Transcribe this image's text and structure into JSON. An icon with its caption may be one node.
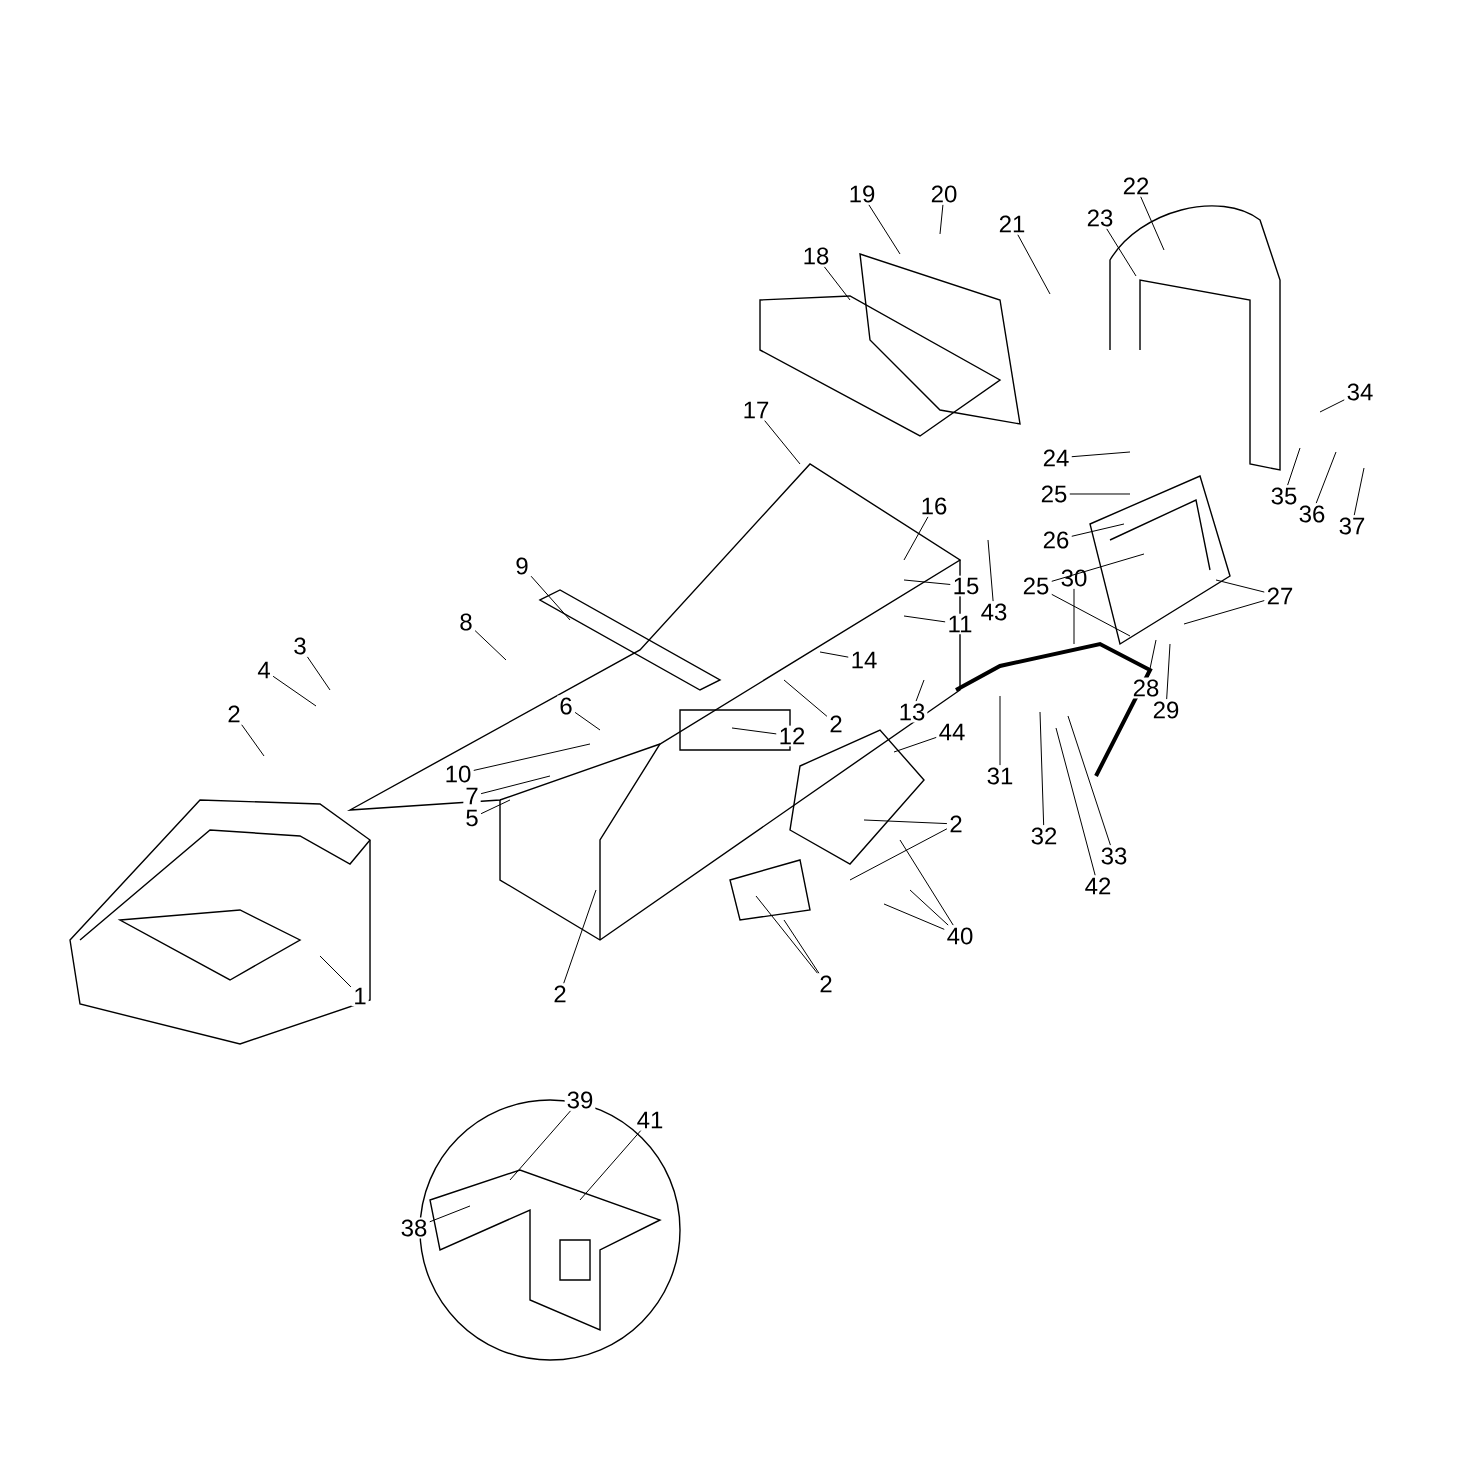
{
  "diagram": {
    "nodes": [
      {
        "text": [
          "18"
        ]
      },
      {
        "text": [
          "19"
        ]
      },
      {
        "text": [
          "20"
        ]
      },
      {
        "text": [
          "21"
        ]
      },
      {
        "text": [
          "22"
        ]
      },
      {
        "text": [
          "23"
        ]
      },
      {
        "text": [
          "34"
        ]
      },
      {
        "text": [
          "17"
        ]
      },
      {
        "text": [
          "24"
        ]
      },
      {
        "text": [
          "35"
        ]
      },
      {
        "text": [
          "25"
        ]
      },
      {
        "text": [
          "36"
        ]
      },
      {
        "text": [
          "16"
        ]
      },
      {
        "text": [
          "37"
        ]
      },
      {
        "text": [
          "26"
        ]
      },
      {
        "text": [
          "8"
        ]
      },
      {
        "text": [
          "9"
        ]
      },
      {
        "text": [
          "25"
        ]
      },
      {
        "text": [
          "15"
        ]
      },
      {
        "text": [
          "30"
        ]
      },
      {
        "text": [
          "27"
        ]
      },
      {
        "text": [
          "43"
        ]
      },
      {
        "text": [
          "11"
        ]
      },
      {
        "text": [
          "3"
        ]
      },
      {
        "text": [
          "4"
        ]
      },
      {
        "text": [
          "14"
        ]
      },
      {
        "text": [
          "28"
        ]
      },
      {
        "text": [
          "6"
        ]
      },
      {
        "text": [
          "2"
        ]
      },
      {
        "text": [
          "29"
        ]
      },
      {
        "text": [
          "13"
        ]
      },
      {
        "text": [
          "2"
        ]
      },
      {
        "text": [
          "12"
        ]
      },
      {
        "text": [
          "44"
        ]
      },
      {
        "text": [
          "31"
        ]
      },
      {
        "text": [
          "10"
        ]
      },
      {
        "text": [
          "7"
        ]
      },
      {
        "text": [
          "5"
        ]
      },
      {
        "text": [
          "2"
        ]
      },
      {
        "text": [
          "32"
        ]
      },
      {
        "text": [
          "33"
        ]
      },
      {
        "text": [
          "42"
        ]
      },
      {
        "text": [
          "40"
        ]
      },
      {
        "text": [
          "2"
        ]
      },
      {
        "text": [
          "2"
        ]
      },
      {
        "text": [
          "1"
        ]
      },
      {
        "text": [
          "39"
        ]
      },
      {
        "text": [
          "41"
        ]
      },
      {
        "text": [
          "38"
        ]
      }
    ],
    "edges": [
      {
        "from": 0,
        "to": null,
        "arrow": "none"
      },
      {
        "from": 1,
        "to": null,
        "arrow": "none"
      },
      {
        "from": 2,
        "to": null,
        "arrow": "none"
      },
      {
        "from": 3,
        "to": null,
        "arrow": "none"
      },
      {
        "from": 4,
        "to": null,
        "arrow": "none"
      },
      {
        "from": 5,
        "to": null,
        "arrow": "none"
      },
      {
        "from": 6,
        "to": null,
        "arrow": "none"
      },
      {
        "from": 7,
        "to": null,
        "arrow": "none"
      },
      {
        "from": 8,
        "to": null,
        "arrow": "none"
      },
      {
        "from": 9,
        "to": null,
        "arrow": "none"
      },
      {
        "from": 10,
        "to": null,
        "arrow": "none"
      },
      {
        "from": 11,
        "to": null,
        "arrow": "none"
      },
      {
        "from": 12,
        "to": null,
        "arrow": "none"
      },
      {
        "from": 13,
        "to": null,
        "arrow": "none"
      },
      {
        "from": 14,
        "to": null,
        "arrow": "none"
      },
      {
        "from": 15,
        "to": null,
        "arrow": "none"
      },
      {
        "from": 16,
        "to": null,
        "arrow": "none"
      },
      {
        "from": 17,
        "to": null,
        "arrow": "none"
      },
      {
        "from": 17,
        "to": null,
        "arrow": "none"
      },
      {
        "from": 18,
        "to": null,
        "arrow": "none"
      },
      {
        "from": 19,
        "to": null,
        "arrow": "none"
      },
      {
        "from": 20,
        "to": null,
        "arrow": "none"
      },
      {
        "from": 20,
        "to": null,
        "arrow": "none"
      },
      {
        "from": 21,
        "to": null,
        "arrow": "none"
      },
      {
        "from": 22,
        "to": null,
        "arrow": "none"
      },
      {
        "from": 23,
        "to": null,
        "arrow": "none"
      },
      {
        "from": 24,
        "to": null,
        "arrow": "none"
      },
      {
        "from": 25,
        "to": null,
        "arrow": "none"
      },
      {
        "from": 26,
        "to": null,
        "arrow": "none"
      },
      {
        "from": 27,
        "to": null,
        "arrow": "none"
      },
      {
        "from": 28,
        "to": null,
        "arrow": "none"
      },
      {
        "from": 29,
        "to": null,
        "arrow": "none"
      },
      {
        "from": 30,
        "to": null,
        "arrow": "none"
      },
      {
        "from": 31,
        "to": null,
        "arrow": "none"
      },
      {
        "from": 32,
        "to": null,
        "arrow": "none"
      },
      {
        "from": 33,
        "to": null,
        "arrow": "none"
      },
      {
        "from": 34,
        "to": null,
        "arrow": "none"
      },
      {
        "from": 35,
        "to": null,
        "arrow": "none"
      },
      {
        "from": 36,
        "to": null,
        "arrow": "none"
      },
      {
        "from": 37,
        "to": null,
        "arrow": "none"
      },
      {
        "from": 38,
        "to": null,
        "arrow": "none"
      },
      {
        "from": 38,
        "to": null,
        "arrow": "none"
      },
      {
        "from": 39,
        "to": null,
        "arrow": "none"
      },
      {
        "from": 40,
        "to": null,
        "arrow": "none"
      },
      {
        "from": 41,
        "to": null,
        "arrow": "none"
      },
      {
        "from": 42,
        "to": null,
        "arrow": "none"
      },
      {
        "from": 42,
        "to": null,
        "arrow": "none"
      },
      {
        "from": 42,
        "to": null,
        "arrow": "none"
      },
      {
        "from": 43,
        "to": null,
        "arrow": "none"
      },
      {
        "from": 43,
        "to": null,
        "arrow": "none"
      },
      {
        "from": 44,
        "to": null,
        "arrow": "none"
      },
      {
        "from": 45,
        "to": null,
        "arrow": "none"
      },
      {
        "from": 46,
        "to": null,
        "arrow": "none"
      },
      {
        "from": 47,
        "to": null,
        "arrow": "none"
      },
      {
        "from": 48,
        "to": null,
        "arrow": "none"
      }
    ]
  }
}
